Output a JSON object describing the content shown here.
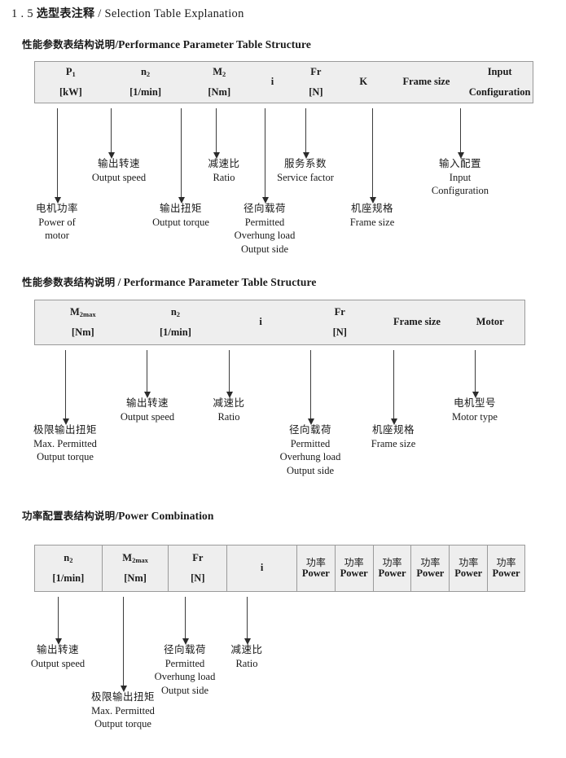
{
  "doc": {
    "title_number": "1 . 5",
    "title_cn": "选型表注释",
    "title_sep": "/",
    "title_en": "Selection Table Explanation"
  },
  "sections": [
    {
      "heading_cn": "性能参数表结构说明",
      "heading_sep": "/",
      "heading_en": "Performance Parameter Table Structure",
      "table": {
        "style": "plain",
        "columns": [
          {
            "line1": "P",
            "sub1": "1",
            "line2": "[kW]"
          },
          {
            "line1": "n",
            "sub1": "2",
            "line2": "[1/min]"
          },
          {
            "line1": "M",
            "sub1": "2",
            "line2": "[Nm]"
          },
          {
            "line1": "i",
            "sub1": "",
            "line2": ""
          },
          {
            "line1": "Fr",
            "sub1": "",
            "line2": "[N]"
          },
          {
            "line1": "K",
            "sub1": "",
            "line2": ""
          },
          {
            "line1": "Frame size",
            "sub1": "",
            "line2": ""
          },
          {
            "line1": "Input",
            "sub1": "",
            "line2": "Configuration"
          }
        ]
      },
      "annotations": [
        {
          "cn": "电机功率",
          "en": [
            "Power of",
            "motor"
          ]
        },
        {
          "cn": "输出转速",
          "en": [
            "Output speed"
          ]
        },
        {
          "cn": "输出扭矩",
          "en": [
            "Output torque"
          ]
        },
        {
          "cn": "减速比",
          "en": [
            "Ratio"
          ]
        },
        {
          "cn": "径向载荷",
          "en": [
            "Permitted",
            "Overhung load",
            "Output side"
          ]
        },
        {
          "cn": "服务系数",
          "en": [
            "Service factor"
          ]
        },
        {
          "cn": "机座规格",
          "en": [
            "Frame size"
          ]
        },
        {
          "cn": "输入配置",
          "en": [
            "Input",
            "Configuration"
          ]
        }
      ]
    },
    {
      "heading_cn": "性能参数表结构说明",
      "heading_sep": "/",
      "heading_en": "Performance Parameter Table Structure",
      "table": {
        "style": "plain",
        "columns": [
          {
            "line1": "M",
            "sub1": "2max",
            "line2": "[Nm]"
          },
          {
            "line1": "n",
            "sub1": "2",
            "line2": "[1/min]"
          },
          {
            "line1": "i",
            "sub1": "",
            "line2": ""
          },
          {
            "line1": "Fr",
            "sub1": "",
            "line2": "[N]"
          },
          {
            "line1": "Frame size",
            "sub1": "",
            "line2": ""
          },
          {
            "line1": "Motor",
            "sub1": "",
            "line2": ""
          }
        ]
      },
      "annotations": [
        {
          "cn": "极限输出扭矩",
          "en": [
            "Max. Permitted",
            "Output  torque"
          ]
        },
        {
          "cn": "输出转速",
          "en": [
            "Output speed"
          ]
        },
        {
          "cn": "减速比",
          "en": [
            "Ratio"
          ]
        },
        {
          "cn": "径向载荷",
          "en": [
            "Permitted",
            "Overhung load",
            "Output side"
          ]
        },
        {
          "cn": "机座规格",
          "en": [
            "Frame size"
          ]
        },
        {
          "cn": "电机型号",
          "en": [
            "Motor type"
          ]
        }
      ]
    },
    {
      "heading_cn": "功率配置表结构说明",
      "heading_sep": "/",
      "heading_en": "Power Combination",
      "table": {
        "style": "split",
        "columns": [
          {
            "line1": "n",
            "sub1": "2",
            "line2": "[1/min]"
          },
          {
            "line1": "M",
            "sub1": "2max",
            "line2": "[Nm]"
          },
          {
            "line1": "Fr",
            "sub1": "",
            "line2": "[N]"
          },
          {
            "line1": "i",
            "sub1": "",
            "line2": ""
          },
          {
            "line1": "功率",
            "sub1": "",
            "line2": "Power",
            "cn_first": true
          },
          {
            "line1": "功率",
            "sub1": "",
            "line2": "Power",
            "cn_first": true
          },
          {
            "line1": "功率",
            "sub1": "",
            "line2": "Power",
            "cn_first": true
          },
          {
            "line1": "功率",
            "sub1": "",
            "line2": "Power",
            "cn_first": true
          },
          {
            "line1": "功率",
            "sub1": "",
            "line2": "Power",
            "cn_first": true
          },
          {
            "line1": "功率",
            "sub1": "",
            "line2": "Power",
            "cn_first": true
          }
        ]
      },
      "annotations": [
        {
          "cn": "输出转速",
          "en": [
            "Output speed"
          ]
        },
        {
          "cn": "极限输出扭矩",
          "en": [
            "Max. Permitted",
            "Output  torque"
          ]
        },
        {
          "cn": "径向载荷",
          "en": [
            "Permitted",
            "Overhung load",
            "Output side"
          ]
        },
        {
          "cn": "减速比",
          "en": [
            "Ratio"
          ]
        }
      ]
    }
  ]
}
